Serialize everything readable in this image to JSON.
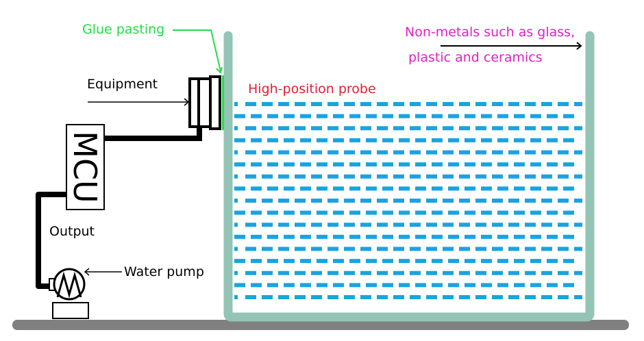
{
  "labels": {
    "glue": "Glue pasting",
    "equipment": "Equipment",
    "mcu": "MCU",
    "output": "Output",
    "pump": "Water pump",
    "probe": "High-position probe",
    "material_line1": "Non-metals such as glass,",
    "material_line2": "plastic and ceramics"
  },
  "colors": {
    "glue": "#22dd44",
    "probe_label": "#dd2233",
    "material_label": "#e020c8",
    "tank": "#93c4b6",
    "water": "#1aa3e0",
    "ground": "#808080",
    "wire": "#000000"
  },
  "water": {
    "rows": 17
  }
}
